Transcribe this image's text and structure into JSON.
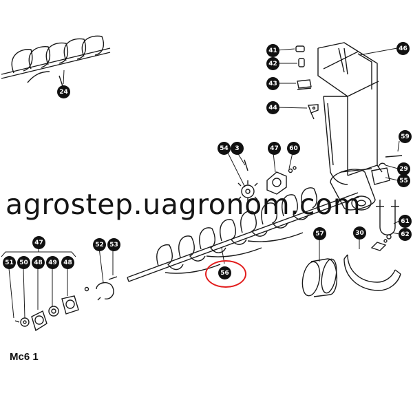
{
  "watermark": "agrostep.uagronom.com",
  "figure_code": "Mc6 1",
  "callouts": [
    {
      "label": "24"
    },
    {
      "label": "41"
    },
    {
      "label": "42"
    },
    {
      "label": "43"
    },
    {
      "label": "44"
    },
    {
      "label": "46"
    },
    {
      "label": "54"
    },
    {
      "label": "3"
    },
    {
      "label": "47"
    },
    {
      "label": "60"
    },
    {
      "label": "59"
    },
    {
      "label": "29"
    },
    {
      "label": "55"
    },
    {
      "label": "61"
    },
    {
      "label": "62"
    },
    {
      "label": "57"
    },
    {
      "label": "30"
    },
    {
      "label": "52"
    },
    {
      "label": "53"
    },
    {
      "label": "56"
    },
    {
      "label": "47"
    },
    {
      "label": "51"
    },
    {
      "label": "50"
    },
    {
      "label": "48"
    },
    {
      "label": "49"
    },
    {
      "label": "48"
    }
  ],
  "highlight": {
    "target": "56",
    "color": "#e21d1d"
  }
}
